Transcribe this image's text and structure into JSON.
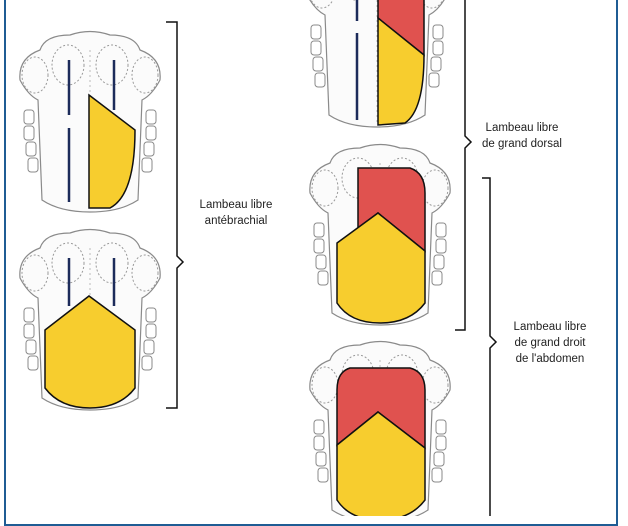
{
  "labels": {
    "antebrachial": [
      "Lambeau libre",
      "antébrachial"
    ],
    "grand_dorsal": [
      "Lambeau libre",
      "de grand dorsal"
    ],
    "grand_droit": [
      "Lambeau libre",
      "de grand droit",
      "de l'abdomen"
    ]
  },
  "colors": {
    "frame": "#1f5c94",
    "flap_yellow": "#f7cd2e",
    "flap_red": "#e0524f",
    "outline": "#8a8a8a",
    "vessel": "#1c2b5a"
  }
}
